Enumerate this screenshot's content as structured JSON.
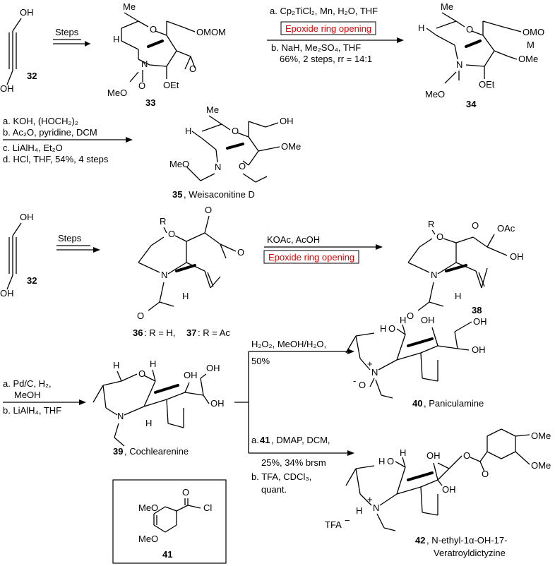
{
  "scheme1": {
    "start_compound": "32",
    "start_label_top_oh": "OH",
    "start_label_bottom_oh": "OH",
    "steps_label": "Steps",
    "compound_33": "33",
    "c33_ome": "Me",
    "c33_o": "O",
    "c33_h": "H",
    "c33_omom": "OMOM",
    "c33_n": "N",
    "c33_meo": "MeO",
    "c33_o2": "O",
    "c33_oet": "OEt",
    "c33_epox_o": "O",
    "step_a": "a. Cp₂TiCl₂, Mn, H₂O, THF",
    "boxed_label": "Epoxide ring opening",
    "step_b": "b. NaH, Me₂SO₄, THF",
    "yield": "66%, 2 steps, rr = 14:1",
    "compound_34": "34",
    "c34_omom": "OMO",
    "c34_m": "M",
    "c34_ome": "OMe",
    "c34_oet": "OEt",
    "c34_meo": "MeO",
    "c34_h": "H",
    "c34_n": "N",
    "c34_o": "O",
    "c34_me": "Me",
    "step2_a": "a. KOH, (HOCH₂)₂",
    "step2_b": "b. Ac₂O, pyridine, DCM",
    "step2_c": "c. LiAlH₄, Et₂O",
    "step2_d": "d. HCl, THF, 54%, 4 steps",
    "compound_35_num": "35",
    "compound_35_name": ", Weisaconitine D",
    "c35_oh": "OH",
    "c35_ome": "OMe",
    "c35_meo": "MeO",
    "c35_h": "H",
    "c35_n": "N",
    "c35_o": "O",
    "c35_o2": "O",
    "c35_me": "Me"
  },
  "scheme2": {
    "start_compound": "32",
    "start_label_top_oh": "OH",
    "start_label_bottom_oh": "OH",
    "steps_label": "Steps",
    "compound_36_37_a": "36",
    "compound_36_37_b": ": R = H, ",
    "compound_36_37_c": "37",
    "compound_36_37_d": ": R = Ac",
    "c36_r": "R",
    "c36_o": "O",
    "c36_ketone_o": "O",
    "c36_epox_o": "O",
    "c36_n": "N",
    "c36_h": "H",
    "c36_ac_o": "O",
    "reagent": "KOAc, AcOH",
    "boxed_label": "Epoxide ring opening",
    "compound_38": "38",
    "c38_oac": "OAc",
    "c38_oh": "OH",
    "c38_o": "O",
    "c38_r": "R",
    "c38_ro": "O",
    "c38_n": "N",
    "c38_h": "H",
    "c38_ac_o": "O"
  },
  "scheme3": {
    "step_a": "a. Pd/C, H₂,",
    "step_a2": "MeOH",
    "step_b": "b. LiAlH₄, THF",
    "compound_39_num": "39",
    "compound_39_name": ", Cochlearenine",
    "c39_ho": "H",
    "c39_o": "O",
    "c39_h": "H",
    "c39_oh1": "OH",
    "c39_oh2": "OH",
    "c39_oh3": "OH",
    "c39_n": "N",
    "c39_h2": "H",
    "upper_reagent": "H₂O₂, MeOH/H₂O,",
    "upper_yield": "50%",
    "compound_40_num": "40",
    "compound_40_name": ", Paniculamine",
    "c40_oh1": "OH",
    "c40_oh2": "OH",
    "c40_oh3": "OH",
    "c40_h": "H",
    "c40_o": "O",
    "c40_h2": "H",
    "c40_n": "N",
    "c40_plus": "+",
    "c40_ominus": "O",
    "c40_minus": "-",
    "lower_a_prefix": "a. ",
    "lower_a_bold": "41",
    "lower_a_rest": ", DMAP, DCM,",
    "lower_a2": "25%, 34% brsm",
    "lower_b": "b. TFA, CDCl₃,",
    "lower_b2": "quant.",
    "compound_42_num": "42",
    "compound_42_name": ", N-ethyl-1α-OH-17-",
    "compound_42_name2": "Veratroyldictyzine",
    "c42_ome1": "OMe",
    "c42_ome2": "OMe",
    "c42_o1": "O",
    "c42_o2": "O",
    "c42_oh": "OH",
    "c42_oh2": "OH",
    "c42_h": "H",
    "c42_o": "O",
    "c42_h2": "H",
    "c42_n": "N",
    "c42_plus": "+",
    "c42_hn": "H",
    "c42_tfa": "TFA",
    "c42_minus": "−",
    "compound_41": "41",
    "c41_meo1": "MeO",
    "c41_meo2": "MeO",
    "c41_o": "O",
    "c41_cl": "Cl"
  }
}
